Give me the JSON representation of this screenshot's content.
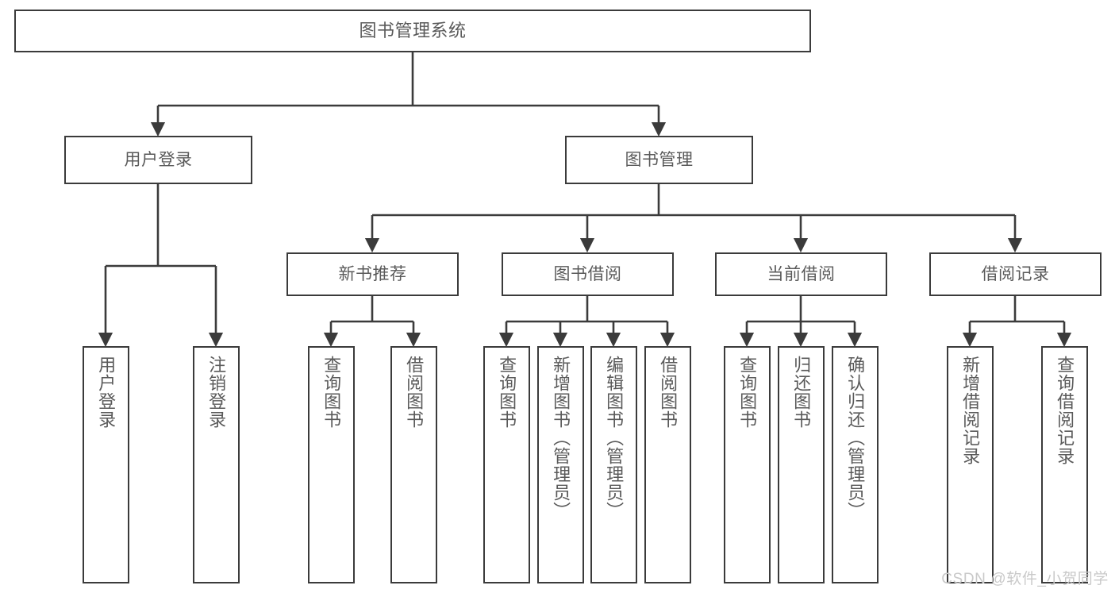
{
  "diagram": {
    "title": "图书管理系统",
    "type": "hierarchy-tree",
    "stroke_color": "#3b3b3b",
    "text_color": "#5a5a5a",
    "background_color": "#ffffff"
  },
  "nodes": {
    "root": {
      "label": "图书管理系统"
    },
    "level2": [
      {
        "label": "用户登录"
      },
      {
        "label": "图书管理"
      }
    ],
    "level3": [
      {
        "label": "新书推荐"
      },
      {
        "label": "图书借阅"
      },
      {
        "label": "当前借阅"
      },
      {
        "label": "借阅记录"
      }
    ],
    "leaves": {
      "user_login": [
        {
          "label": "用户登录"
        },
        {
          "label": "注销登录"
        }
      ],
      "new_book_recommend": [
        {
          "label": "查询图书"
        },
        {
          "label": "借阅图书"
        }
      ],
      "book_borrow": [
        {
          "label": "查询图书"
        },
        {
          "label": "新增图书（管理员）"
        },
        {
          "label": "编辑图书（管理员）"
        },
        {
          "label": "借阅图书"
        }
      ],
      "current_borrow": [
        {
          "label": "查询图书"
        },
        {
          "label": "归还图书"
        },
        {
          "label": "确认归还（管理员）"
        }
      ],
      "borrow_record": [
        {
          "label": "新增借阅记录"
        },
        {
          "label": "查询借阅记录"
        }
      ]
    }
  },
  "watermark": {
    "text": "CSDN @软件_小贺同学"
  }
}
